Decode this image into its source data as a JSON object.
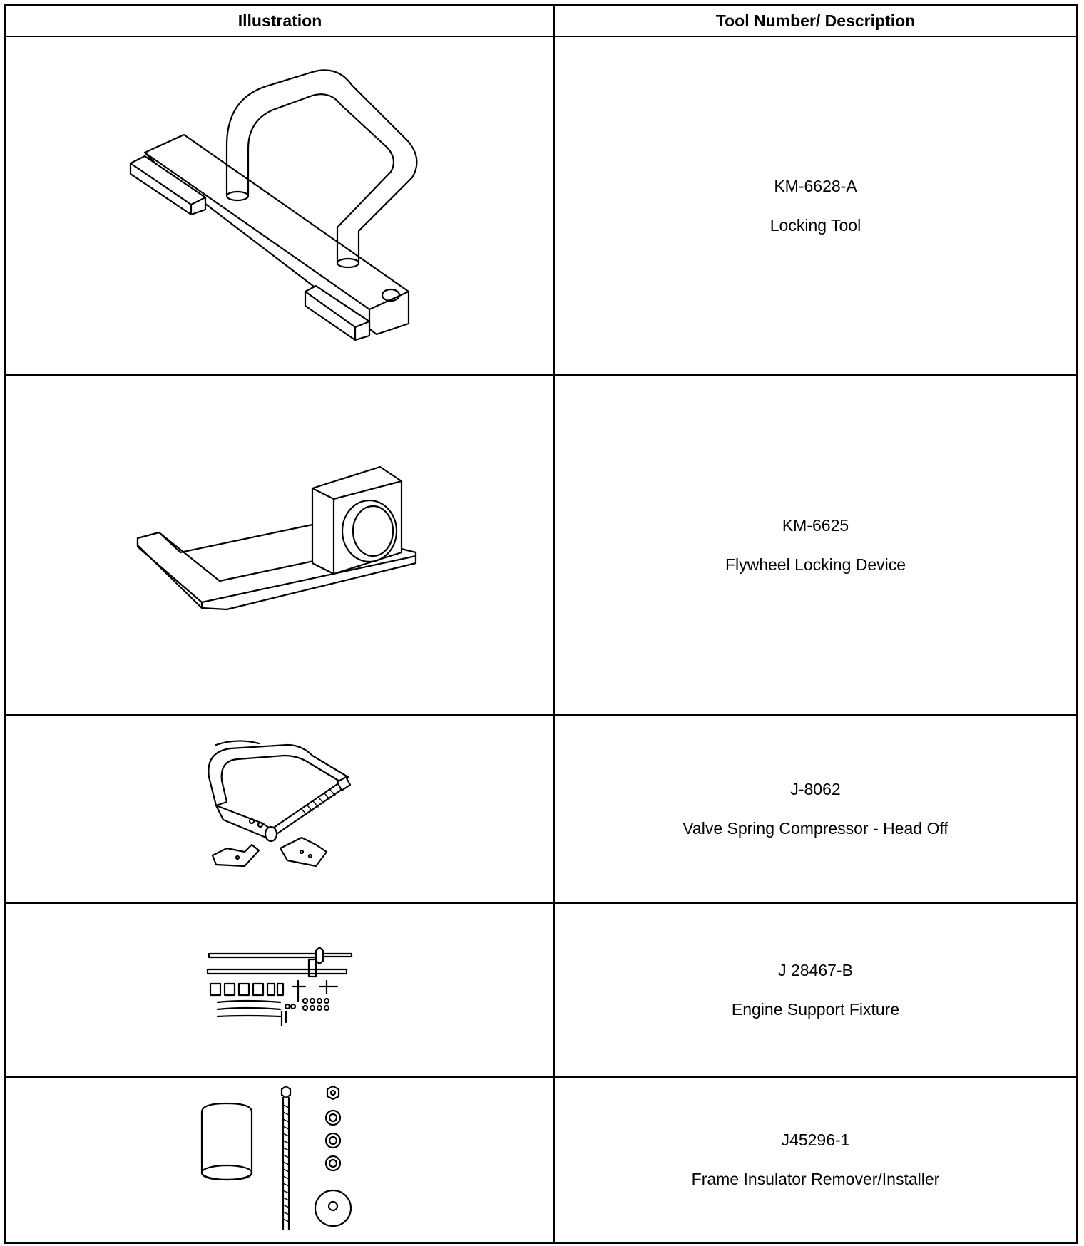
{
  "table": {
    "headers": {
      "illustration": "Illustration",
      "description": "Tool Number/ Description"
    },
    "rows": [
      {
        "tool_number": "KM-6628-A",
        "description": "Locking Tool"
      },
      {
        "tool_number": "KM-6625",
        "description": "Flywheel Locking Device"
      },
      {
        "tool_number": "J-8062",
        "description": "Valve Spring Compressor - Head Off"
      },
      {
        "tool_number": "J 28467-B",
        "description": "Engine Support Fixture"
      },
      {
        "tool_number": "J45296-1",
        "description": "Frame Insulator Remover/Installer"
      }
    ]
  }
}
